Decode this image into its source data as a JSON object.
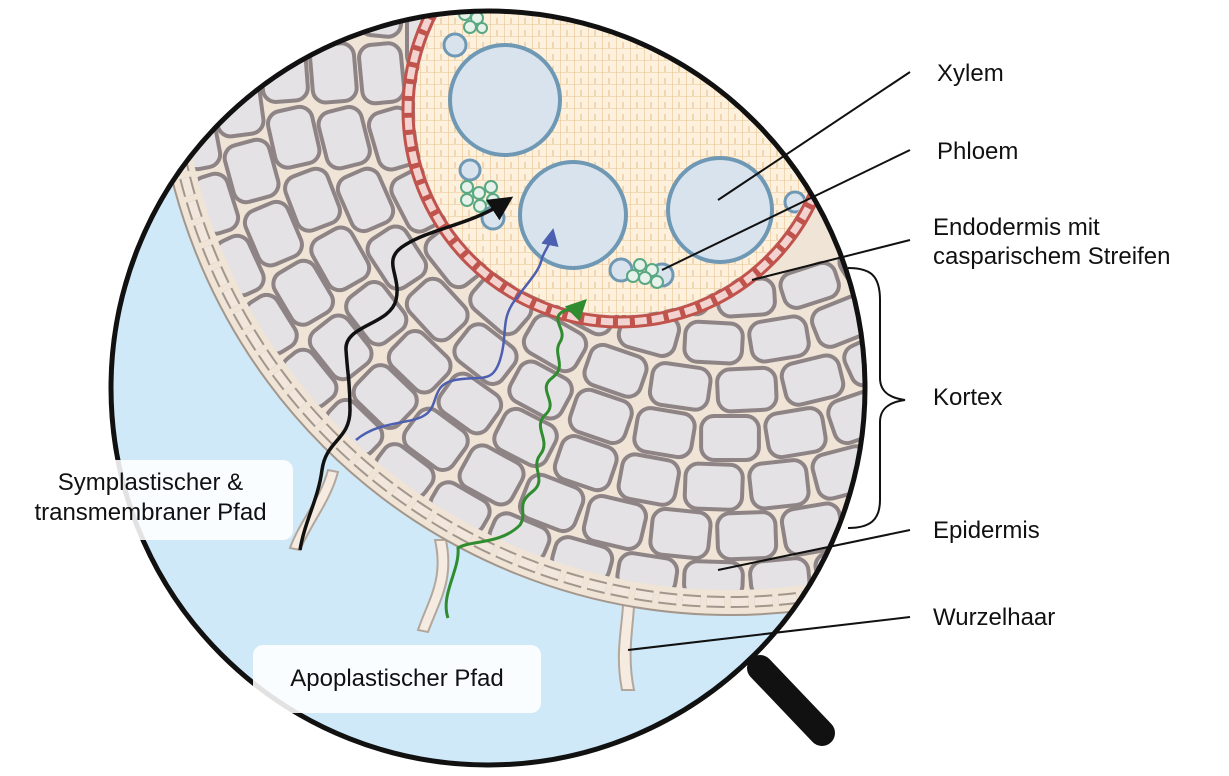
{
  "labels": {
    "xylem": "Xylem",
    "phloem": "Phloem",
    "endodermis_line1": "Endodermis mit",
    "endodermis_line2": "casparischem Streifen",
    "kortex": "Kortex",
    "epidermis": "Epidermis",
    "wurzelhaar": "Wurzelhaar",
    "symplastic_line1": "Symplastischer &",
    "symplastic_line2": "transmembraner Pfad",
    "apoplastic": "Apoplastischer Pfad"
  },
  "colors": {
    "soil": "#cfe9f8",
    "cortex_bg": "#efe4d6",
    "cell_fill": "#e4e2e4",
    "cell_stroke": "#8e8485",
    "stele_bg": "#fdf0dc",
    "stele_grid": "#e5c38f",
    "endodermis": "#c0544d",
    "xylem_fill": "#d8e3ee",
    "xylem_stroke": "#6f98b4",
    "phloem": "#5aa883",
    "path_symplastic": "#111111",
    "path_transmembrane": "#4d5fb0",
    "path_apoplastic": "#2f8c2f",
    "root_hair": "#f5ebe0"
  }
}
